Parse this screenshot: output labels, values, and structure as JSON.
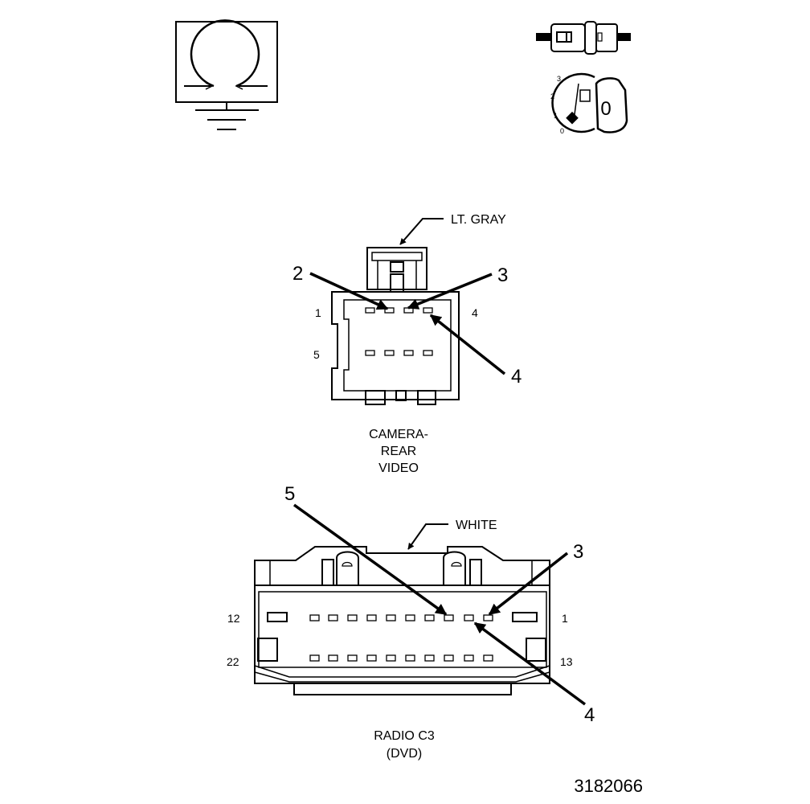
{
  "figure_number": "3182066",
  "ground_symbol": {
    "icon": "ground-switch-icon"
  },
  "ignition_symbol": {
    "icon": "ignition-key-icon",
    "key_label": "0",
    "positions": [
      "3",
      "2",
      "1",
      "0"
    ]
  },
  "camera_connector": {
    "color_label": "LT. GRAY",
    "name_lines": [
      "CAMERA-",
      "REAR",
      "VIDEO"
    ],
    "pin_labels": {
      "top_left": "1",
      "top_right": "4",
      "bottom_left": "5"
    },
    "callouts": [
      "2",
      "3",
      "4"
    ]
  },
  "radio_connector": {
    "color_label": "WHITE",
    "name_lines": [
      "RADIO C3",
      "(DVD)"
    ],
    "pin_labels": {
      "top_left": "12",
      "top_right": "1",
      "bottom_left": "22",
      "bottom_right": "13"
    },
    "callouts": [
      "5",
      "3",
      "4"
    ]
  }
}
